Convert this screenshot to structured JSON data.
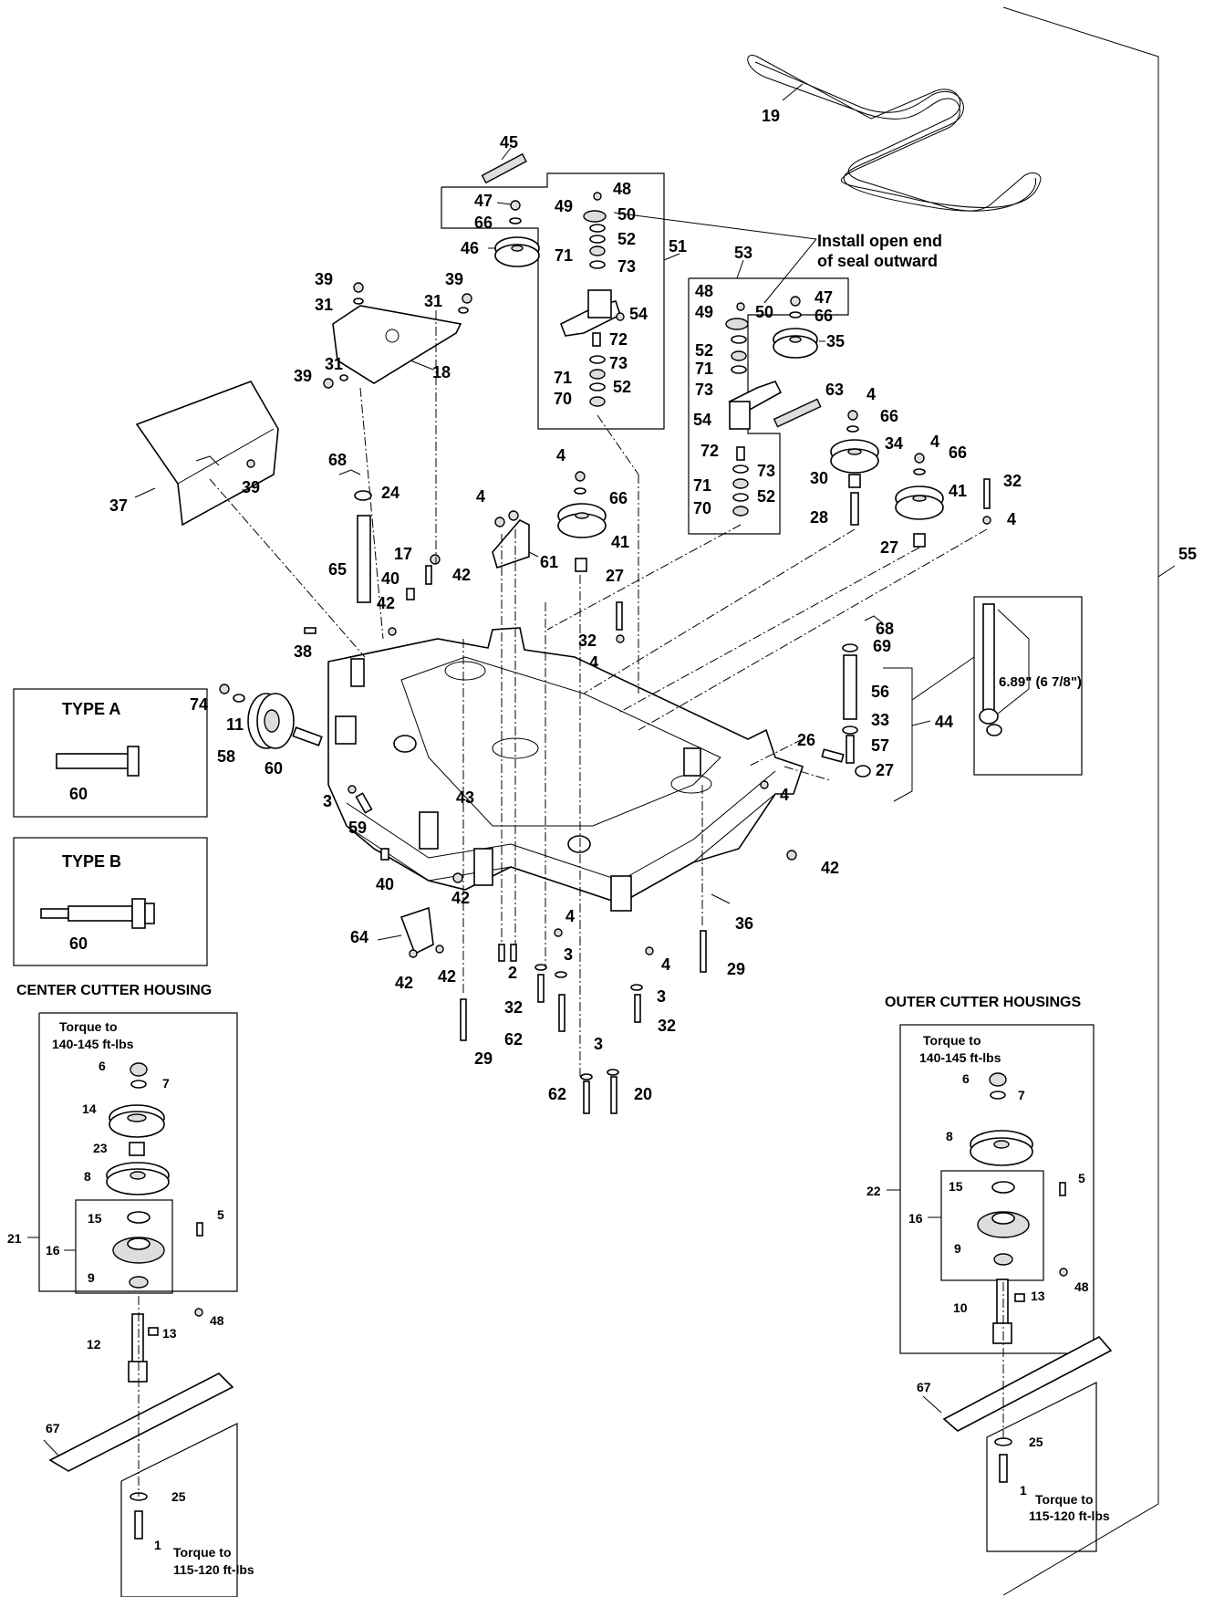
{
  "section_labels": {
    "type_a": "TYPE A",
    "type_b": "TYPE B",
    "center_cutter_housing": "CENTER CUTTER HOUSING",
    "outer_cutter_housings": "OUTER CUTTER HOUSINGS"
  },
  "notes": {
    "install_seal_line1": "Install open end",
    "install_seal_line2": "of seal outward",
    "dimension": "6.89\" (6 7/8\")",
    "torque_center_upper_1": "Torque to",
    "torque_center_upper_2": "140-145 ft-lbs",
    "torque_center_lower_1": "Torque to",
    "torque_center_lower_2": "115-120 ft-lbs",
    "torque_outer_upper_1": "Torque to",
    "torque_outer_upper_2": "140-145 ft-lbs",
    "torque_outer_lower_1": "Torque to",
    "torque_outer_lower_2": "115-120 ft-lbs"
  },
  "callouts": {
    "c19": "19",
    "c55": "55",
    "c45": "45",
    "c48a": "48",
    "c47a": "47",
    "c66a": "66",
    "c49a": "49",
    "c50a": "50",
    "c46": "46",
    "c71a": "71",
    "c52a": "52",
    "c73a": "73",
    "c51": "51",
    "c54a": "54",
    "c72a": "72",
    "c73b": "73",
    "c71b": "71",
    "c52b": "52",
    "c70a": "70",
    "c53": "53",
    "c48b": "48",
    "c49b": "49",
    "c50b": "50",
    "c47b": "47",
    "c66b": "66",
    "c35": "35",
    "c52c": "52",
    "c71c": "71",
    "c73c": "73",
    "c63": "63",
    "c54b": "54",
    "c72b": "72",
    "c73d": "73",
    "c71d": "71",
    "c52d": "52",
    "c70b": "70",
    "c39a": "39",
    "c39b": "39",
    "c31a": "31",
    "c31b": "31",
    "c18": "18",
    "c39c": "39",
    "c31c": "31",
    "c37": "37",
    "c39d": "39",
    "c68a": "68",
    "c24": "24",
    "c65": "65",
    "c17": "17",
    "c40a": "40",
    "c42a": "42",
    "c42b": "42",
    "c4a": "4",
    "c61": "61",
    "c4b": "4",
    "c66c": "66",
    "c41a": "41",
    "c27a": "27",
    "c32a": "32",
    "c4c": "4",
    "c4d": "4",
    "c66d": "66",
    "c34": "34",
    "c30": "30",
    "c28": "28",
    "c4e": "4",
    "c66e": "66",
    "c41b": "41",
    "c32b": "32",
    "c27b": "27",
    "c4f": "4",
    "c68b": "68",
    "c69": "69",
    "c56": "56",
    "c33": "33",
    "c26": "26",
    "c57": "57",
    "c27c": "27",
    "c44": "44",
    "c38": "38",
    "c74": "74",
    "c11": "11",
    "c58": "58",
    "c60a": "60",
    "c60b": "60",
    "c60c": "60",
    "c43": "43",
    "c3a": "3",
    "c59": "59",
    "c4g": "4",
    "c42c": "42",
    "c40b": "40",
    "c42d": "42",
    "c36": "36",
    "c64": "64",
    "c42e": "42",
    "c42f": "42",
    "c4h": "4",
    "c2": "2",
    "c3b": "3",
    "c4i": "4",
    "c29a": "29",
    "c32c": "32",
    "c3c": "3",
    "c32d": "32",
    "c62a": "62",
    "c29b": "29",
    "c3d": "3",
    "c62b": "62",
    "c20": "20",
    "k6": "6",
    "k7": "7",
    "k14": "14",
    "k23": "23",
    "k8": "8",
    "k15": "15",
    "k5": "5",
    "k21": "21",
    "k16": "16",
    "k9": "9",
    "k48": "48",
    "k12": "12",
    "k13": "13",
    "k67": "67",
    "k25": "25",
    "k1": "1",
    "o6": "6",
    "o7": "7",
    "o8": "8",
    "o22": "22",
    "o15": "15",
    "o5": "5",
    "o16": "16",
    "o9": "9",
    "o48": "48",
    "o10": "10",
    "o13": "13",
    "o67": "67",
    "o25": "25",
    "o1": "1"
  }
}
